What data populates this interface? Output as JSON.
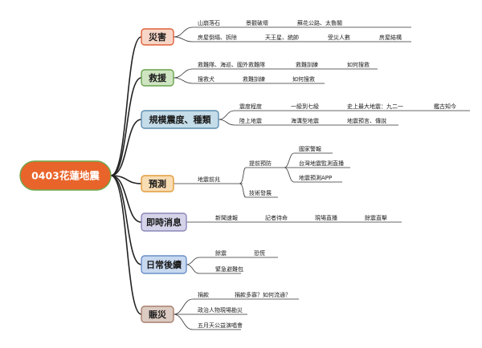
{
  "colors": {
    "central_fill": "#e8642a",
    "central_border": "#6fa84c",
    "line": "#222222",
    "main_fill": [
      "#f7d6c7",
      "#cfe5c2",
      "#c5dde9",
      "#f8dcb3",
      "#d5d3e9",
      "#c7d8ef",
      "#dccbc2"
    ],
    "main_border": [
      "#e0613a",
      "#6aa24c",
      "#5e8fb0",
      "#e29c3d",
      "#8a86b8",
      "#6a8fc7",
      "#a77f6c"
    ]
  },
  "mindmap": {
    "central": {
      "label": "0403花蓮地震"
    },
    "topics": [
      {
        "label": "災害",
        "leaves": [
          "山崩落石",
          "景觀破壞",
          "蘇花公路、太魯閣",
          "房屋倒塌、拆除",
          "天王星、統帥",
          "受災人數",
          "房屋結構"
        ]
      },
      {
        "label": "救援",
        "leaves": [
          "救難隊、海巡、國外救難隊",
          "救難訓練",
          "如何搜救",
          "搜救犬",
          "救難訓練",
          "如何搜救"
        ]
      },
      {
        "label": "規模震度、種類",
        "leaves": [
          "震度程度",
          "一級到七級",
          "史上最大地震：九二一",
          "鑑古知今",
          "陸上地震",
          "海溝型地震",
          "地震預言、傳說"
        ]
      },
      {
        "label": "預測",
        "leaves": [
          "地震前兆",
          "提前預防",
          "國家警報",
          "台灣地震監測直播",
          "地震預測APP",
          "技術發展"
        ]
      },
      {
        "label": "即時消息",
        "leaves": [
          "新聞速報",
          "記者待命",
          "現場直播",
          "餘震直擊"
        ]
      },
      {
        "label": "日常後續",
        "leaves": [
          "餘震",
          "恐慌",
          "緊急避難包"
        ]
      },
      {
        "label": "賑災",
        "leaves": [
          "捐款",
          "捐款多寡？如何流通？",
          "政治人物現場勘災",
          "五月天公益演唱會"
        ]
      }
    ]
  }
}
